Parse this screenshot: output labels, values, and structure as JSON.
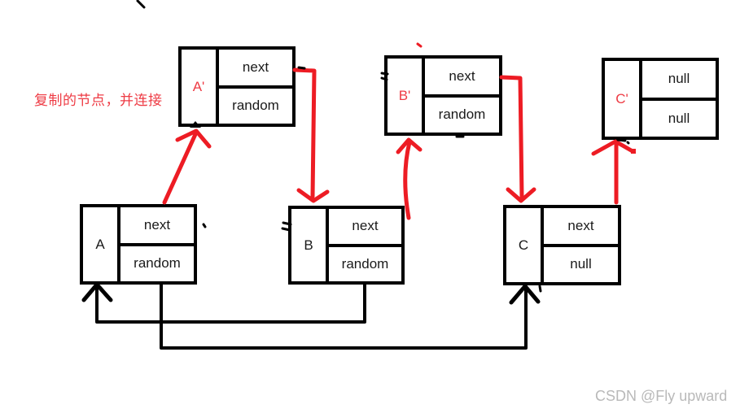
{
  "annotation": {
    "text": "复制的节点，并连接"
  },
  "watermark": {
    "text": "CSDN @Fly upward"
  },
  "colors": {
    "red": "#ed1c24",
    "black": "#000000",
    "copy_label_red": "#ee3b44",
    "watermark_gray": "#b9b9b9"
  },
  "nodes": {
    "copies": [
      {
        "id": "A'",
        "fields": [
          "next",
          "random"
        ]
      },
      {
        "id": "B'",
        "fields": [
          "next",
          "random"
        ]
      },
      {
        "id": "C'",
        "fields": [
          "null",
          "null"
        ]
      }
    ],
    "originals": [
      {
        "id": "A",
        "fields": [
          "next",
          "random"
        ]
      },
      {
        "id": "B",
        "fields": [
          "next",
          "random"
        ]
      },
      {
        "id": "C",
        "fields": [
          "next",
          "null"
        ]
      }
    ]
  },
  "arrows": {
    "red_links": [
      "A → A'",
      "A'.next → B",
      "B → B'",
      "B'.next → C",
      "C → C'"
    ],
    "black_links": [
      "B.random → A",
      "A.random → C"
    ]
  }
}
